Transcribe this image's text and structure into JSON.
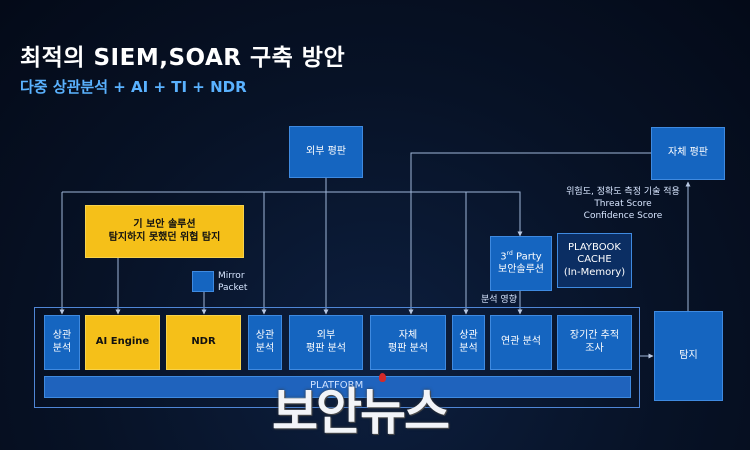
{
  "header": {
    "title": "최적의 SIEM,SOAR 구축 방안",
    "subtitle": "다중 상관분석 + AI + TI + NDR"
  },
  "boxes": {
    "external_reputation": "외부 평판",
    "self_reputation": "자체 평판",
    "legacy_solution_line1": "기 보안 솔루션",
    "legacy_solution_line2": "탐지하지 못했던 위협 탐지",
    "mirror_packet_line1": "Mirror",
    "mirror_packet_line2": "Packet",
    "third_party_sup": "rd",
    "third_party_line1_pre": "3",
    "third_party_line1_post": " Party",
    "third_party_line2": "보안솔루션",
    "playbook_line1": "PLAYBOOK",
    "playbook_line2": "CACHE",
    "playbook_line3": "(In-Memory)",
    "correlation_1_line1": "상관",
    "correlation_1_line2": "분석",
    "ai_engine": "AI Engine",
    "ndr": "NDR",
    "correlation_2_line1": "상관",
    "correlation_2_line2": "분석",
    "external_analysis_line1": "외부",
    "external_analysis_line2": "평판 분석",
    "self_analysis_line1": "자체",
    "self_analysis_line2": "평판 분석",
    "correlation_3_line1": "상관",
    "correlation_3_line2": "분석",
    "linked_analysis": "연관 분석",
    "long_term_line1": "장기간 추적",
    "long_term_line2": "조사",
    "detection": "탐지"
  },
  "notes": {
    "risk_line1": "위험도, 정확도 측정 기술 적용",
    "risk_line2": "Threat Score",
    "risk_line3": "Confidence Score",
    "analysis_reflect": "분석 영향"
  },
  "platform": {
    "label": "PLATFORM"
  },
  "watermark": {
    "text": "보안뉴스"
  },
  "colors": {
    "background": "#071226",
    "box_blue": "#1565c0",
    "box_yellow": "#f5c019",
    "line": "#9fb6d8",
    "subtitle": "#5ab2ff"
  }
}
